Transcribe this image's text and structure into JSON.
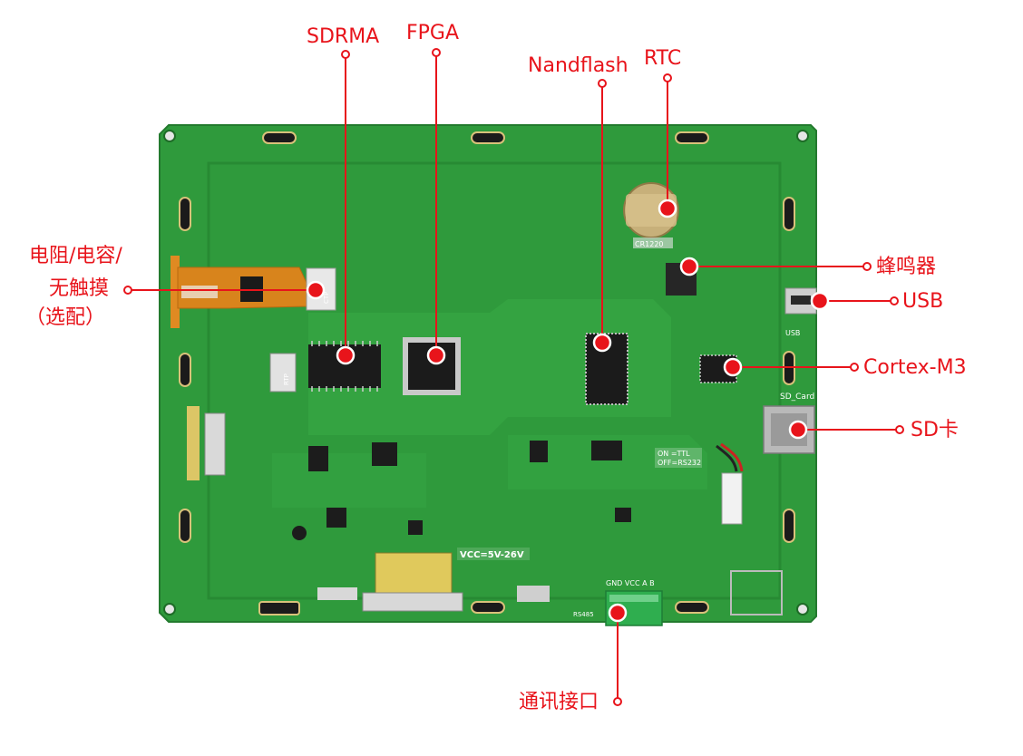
{
  "labels": {
    "sdrma": "SDRMA",
    "fpga": "FPGA",
    "nandflash": "Nandflash",
    "rtc": "RTC",
    "touch_line1": "电阻/电容/",
    "touch_line2": "无触摸",
    "touch_line3": "（选配）",
    "buzzer": "蜂鸣器",
    "usb": "USB",
    "cortex": "Cortex-M3",
    "sd": "SD卡",
    "comm": "通讯接口"
  },
  "silkscreen": {
    "vcc": "VCC=5V-26V",
    "terminal": "GND VCC A  B",
    "rs485": "RS485",
    "sd_card": "SD_Card",
    "switch_note_1": "ON =TTL",
    "switch_note_2": "OFF=RS232",
    "battery": "CR1220",
    "usb_silk": "USB",
    "ctp": "CTP",
    "rtp": "RTP"
  },
  "colors": {
    "label_red": "#e8141b",
    "pcb_green": "#2f9a3c",
    "pcb_light": "#3aa846",
    "flex_orange": "#d8841c",
    "terminal_green": "#2fae4f"
  }
}
